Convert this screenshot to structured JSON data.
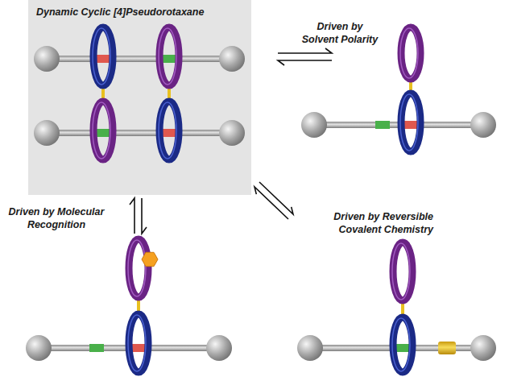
{
  "diagram": {
    "nodes": [
      {
        "text": [
          "Dynamic Cyclic [4]Pseudorotaxane"
        ]
      }
    ],
    "labels": [
      "Driven by Solvent Polarity",
      "Driven by Molecular Recognition",
      "Driven by Reversible Covalent Chemistry"
    ]
  }
}
